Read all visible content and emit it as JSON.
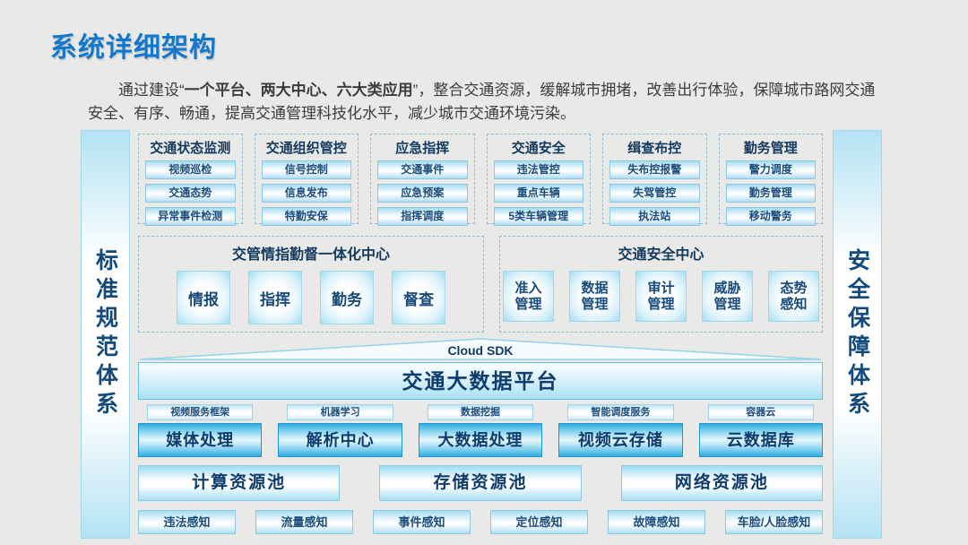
{
  "page": {
    "title": "系统详细架构",
    "intro": {
      "pre": "通过建设“",
      "highlight": "一个平台、两大中心、六大类应用",
      "post": "”，整合交通资源，缓解城市拥堵，改善出行体验，保障城市路网交通安全、有序、畅通，提高交通管理科技化水平，减少城市交通环境污染。"
    }
  },
  "side_bars": {
    "left": "标准规范体系",
    "right": "安全保障体系"
  },
  "app_groups": [
    {
      "title": "交通状态监测",
      "items": [
        "视频巡检",
        "交通态势",
        "异常事件检测"
      ]
    },
    {
      "title": "交通组织管控",
      "items": [
        "信号控制",
        "信息发布",
        "特勤安保"
      ]
    },
    {
      "title": "应急指挥",
      "items": [
        "交通事件",
        "应急预案",
        "指挥调度"
      ]
    },
    {
      "title": "交通安全",
      "items": [
        "违法管控",
        "重点车辆",
        "5类车辆管理"
      ]
    },
    {
      "title": "缉查布控",
      "items": [
        "失布控报警",
        "失驾管控",
        "执法站"
      ]
    },
    {
      "title": "勤务管理",
      "items": [
        "警力调度",
        "勤务管理",
        "移动警务"
      ]
    }
  ],
  "centers": [
    {
      "title": "交管情指勤督一体化中心",
      "items": [
        "情报",
        "指挥",
        "勤务",
        "督查"
      ]
    },
    {
      "title": "交通安全中心",
      "items": [
        "准入管理",
        "数据管理",
        "审计管理",
        "威胁管理",
        "态势感知"
      ]
    }
  ],
  "cloud_sdk_label": "Cloud SDK",
  "platform_label": "交通大数据平台",
  "services": [
    {
      "label": "视频服务框架",
      "module": "媒体处理"
    },
    {
      "label": "机器学习",
      "module": "解析中心"
    },
    {
      "label": "数据挖掘",
      "module": "大数据处理"
    },
    {
      "label": "智能调度服务",
      "module": "视频云存储"
    },
    {
      "label": "容器云",
      "module": "云数据库"
    }
  ],
  "resource_pools": [
    "计算资源池",
    "存储资源池",
    "网络资源池"
  ],
  "sensors": [
    "违法感知",
    "流量感知",
    "事件感知",
    "定位感知",
    "故障感知",
    "车脸/人脸感知"
  ],
  "colors": {
    "background": "#e9e9e7",
    "title_blue": "#1377cc",
    "navy_text": "#12395f",
    "cyan_accent": "#2fade0",
    "box_border": "#8fc8e3",
    "dashed_border": "#8fb9d4"
  }
}
